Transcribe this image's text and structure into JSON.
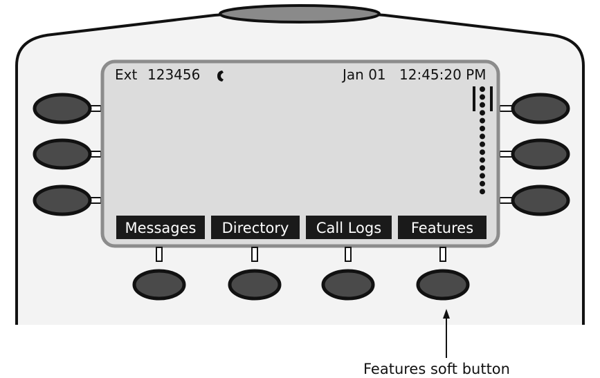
{
  "status_bar": {
    "extension_label": "Ext",
    "extension_number": "123456",
    "handset_icon": "handset-icon",
    "date": "Jan 01",
    "time": "12:45:20 PM"
  },
  "softkeys": [
    {
      "label": "Messages"
    },
    {
      "label": "Directory"
    },
    {
      "label": "Call Logs"
    },
    {
      "label": "Features"
    }
  ],
  "callout": {
    "text": "Features soft button"
  },
  "colors": {
    "screen": "#dcdcdc",
    "bezel": "#8c8c8c",
    "button": "#4a4a4a",
    "softkey_bar": "#1a1a1a",
    "body": "#f2f2f2"
  }
}
